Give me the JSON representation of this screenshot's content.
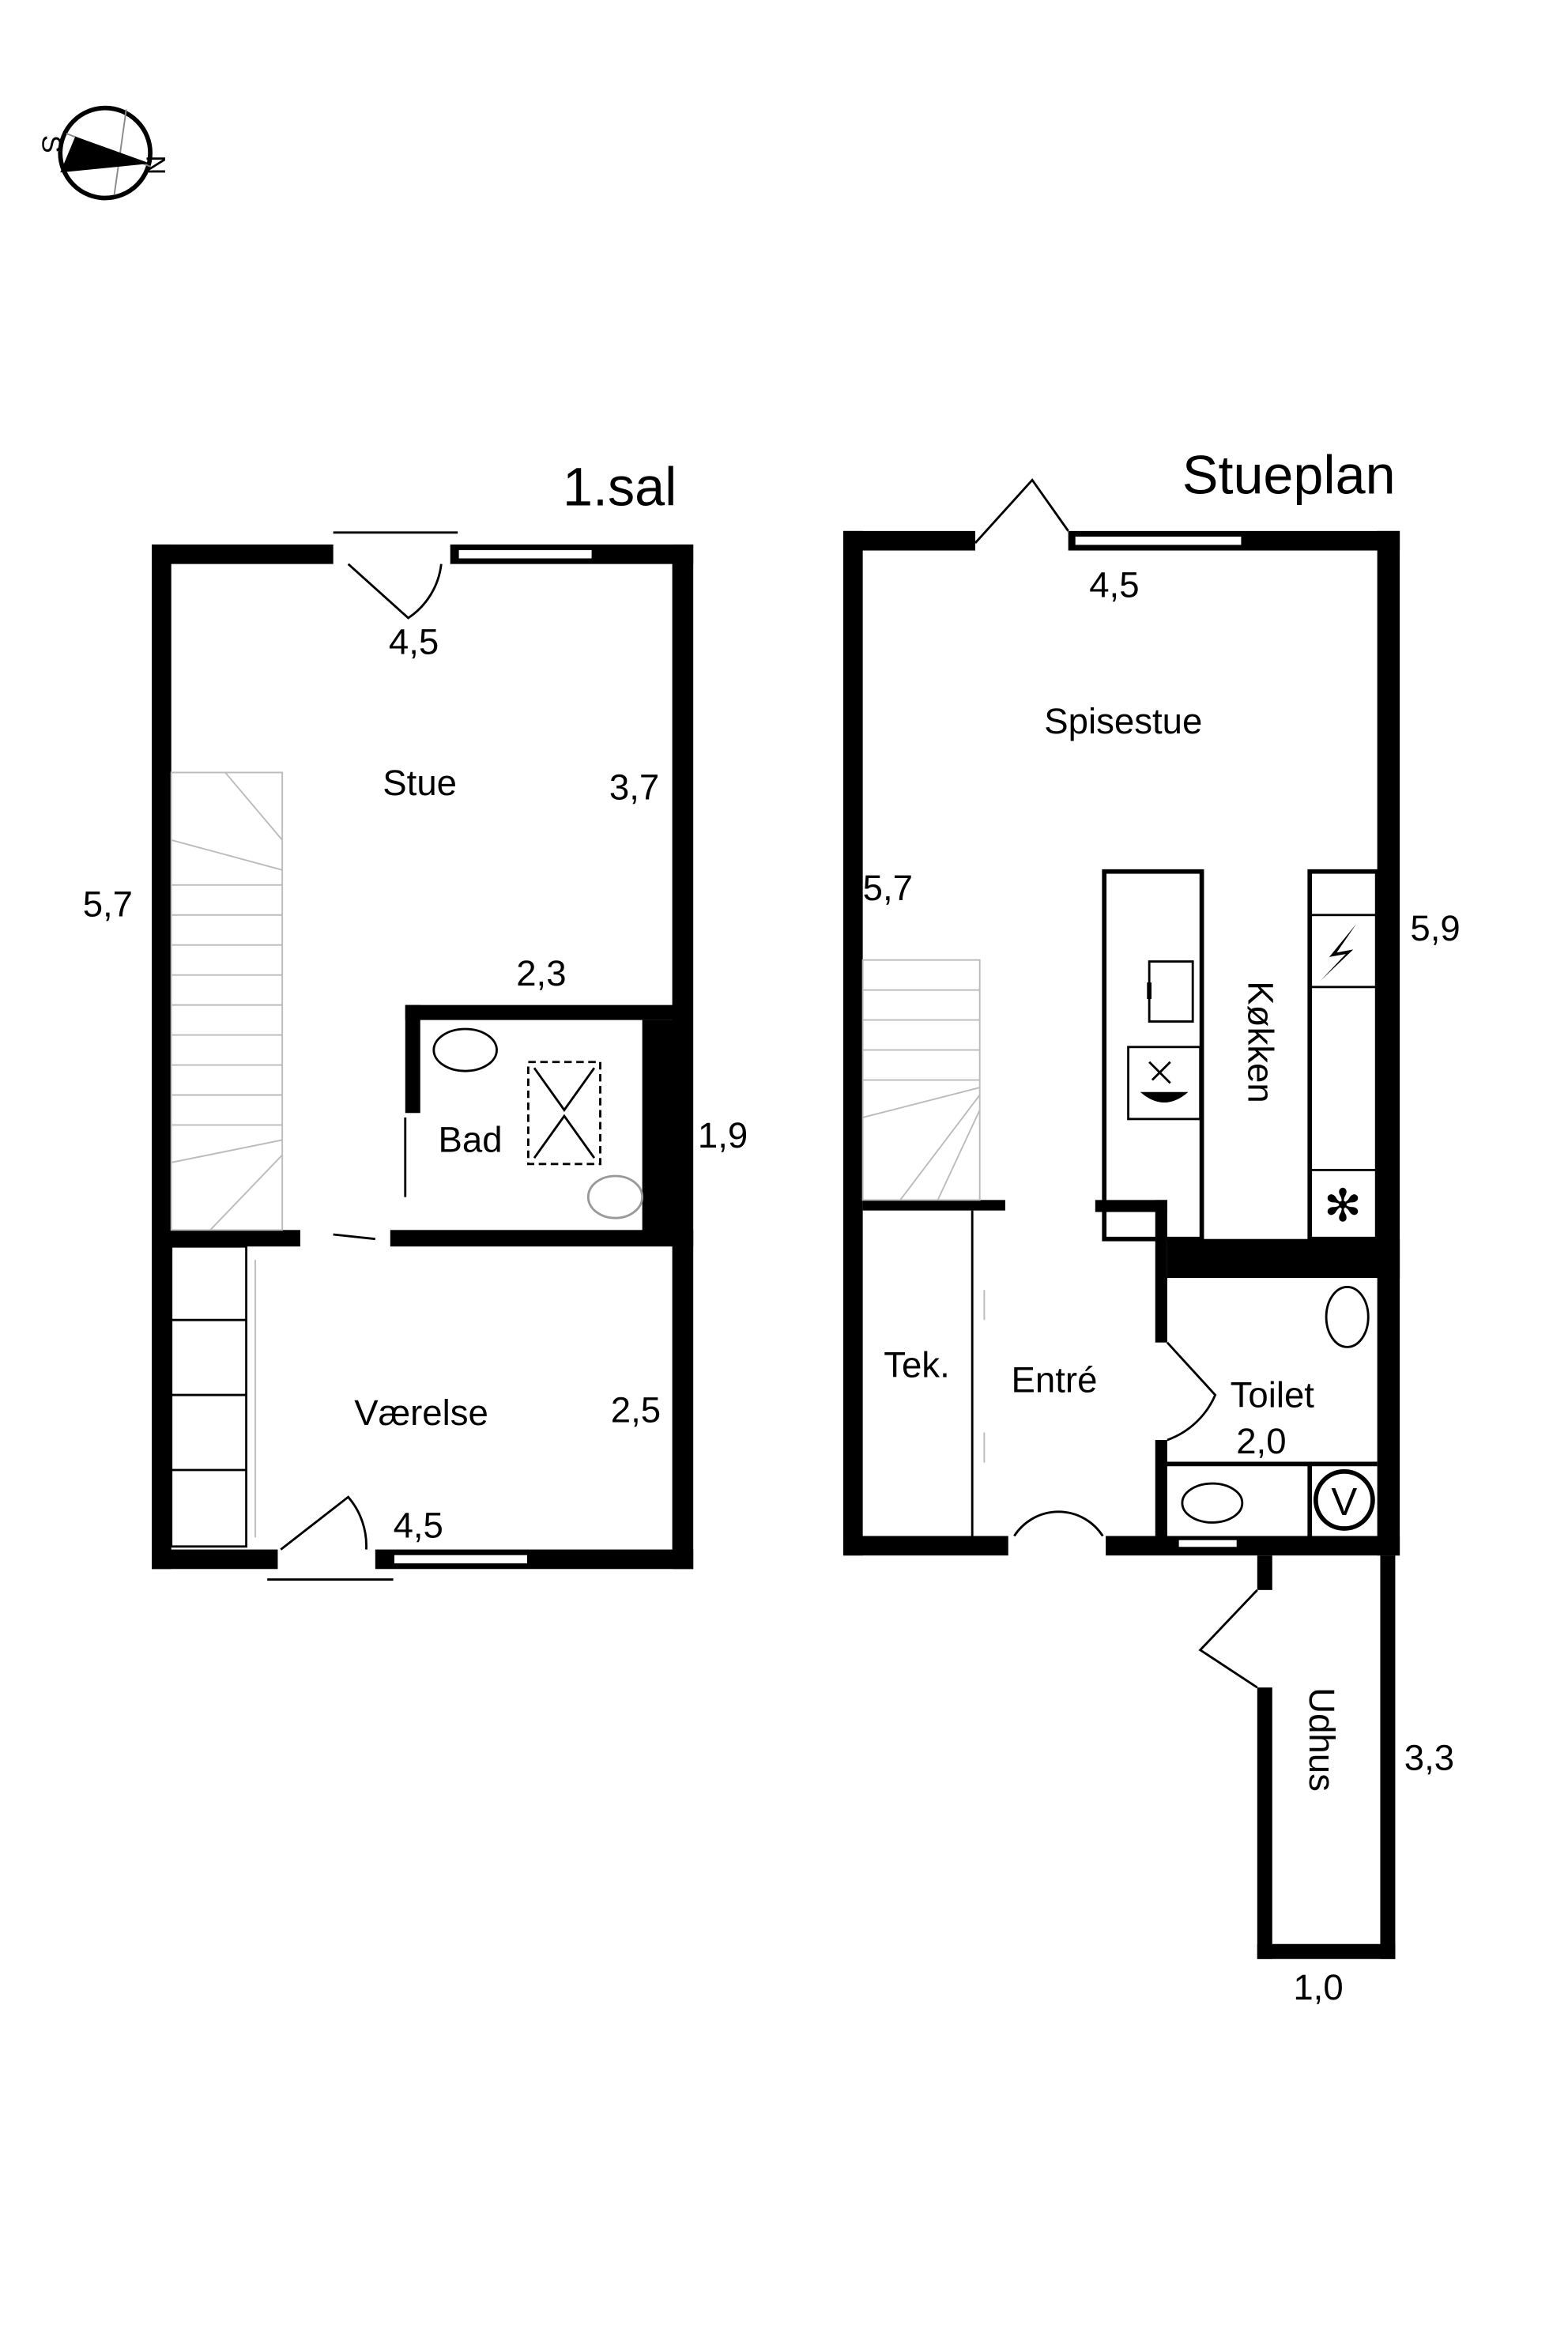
{
  "compass": {
    "south": "S",
    "north": "N"
  },
  "upper_floor": {
    "title": "1.sal",
    "rooms": [
      {
        "name": "Stue",
        "dim": "3,7"
      },
      {
        "name": "Bad",
        "dim": "1,9"
      },
      {
        "name": "Værelse",
        "dim": "2,5"
      }
    ],
    "dims": {
      "top": "4,5",
      "left": "5,7",
      "bad_top": "2,3",
      "bottom": "4,5"
    }
  },
  "ground_floor": {
    "title": "Stueplan",
    "rooms": [
      {
        "name": "Spisestue"
      },
      {
        "name": "Køkken"
      },
      {
        "name": "Tek."
      },
      {
        "name": "Entré"
      },
      {
        "name": "Toilet",
        "dim": "2,0"
      },
      {
        "name": "Udhus",
        "dim": "3,3"
      }
    ],
    "dims": {
      "top": "4,5",
      "left": "5,7",
      "right": "5,9",
      "udhus_bottom": "1,0"
    },
    "fixtures": {
      "ventilation": "V"
    }
  }
}
